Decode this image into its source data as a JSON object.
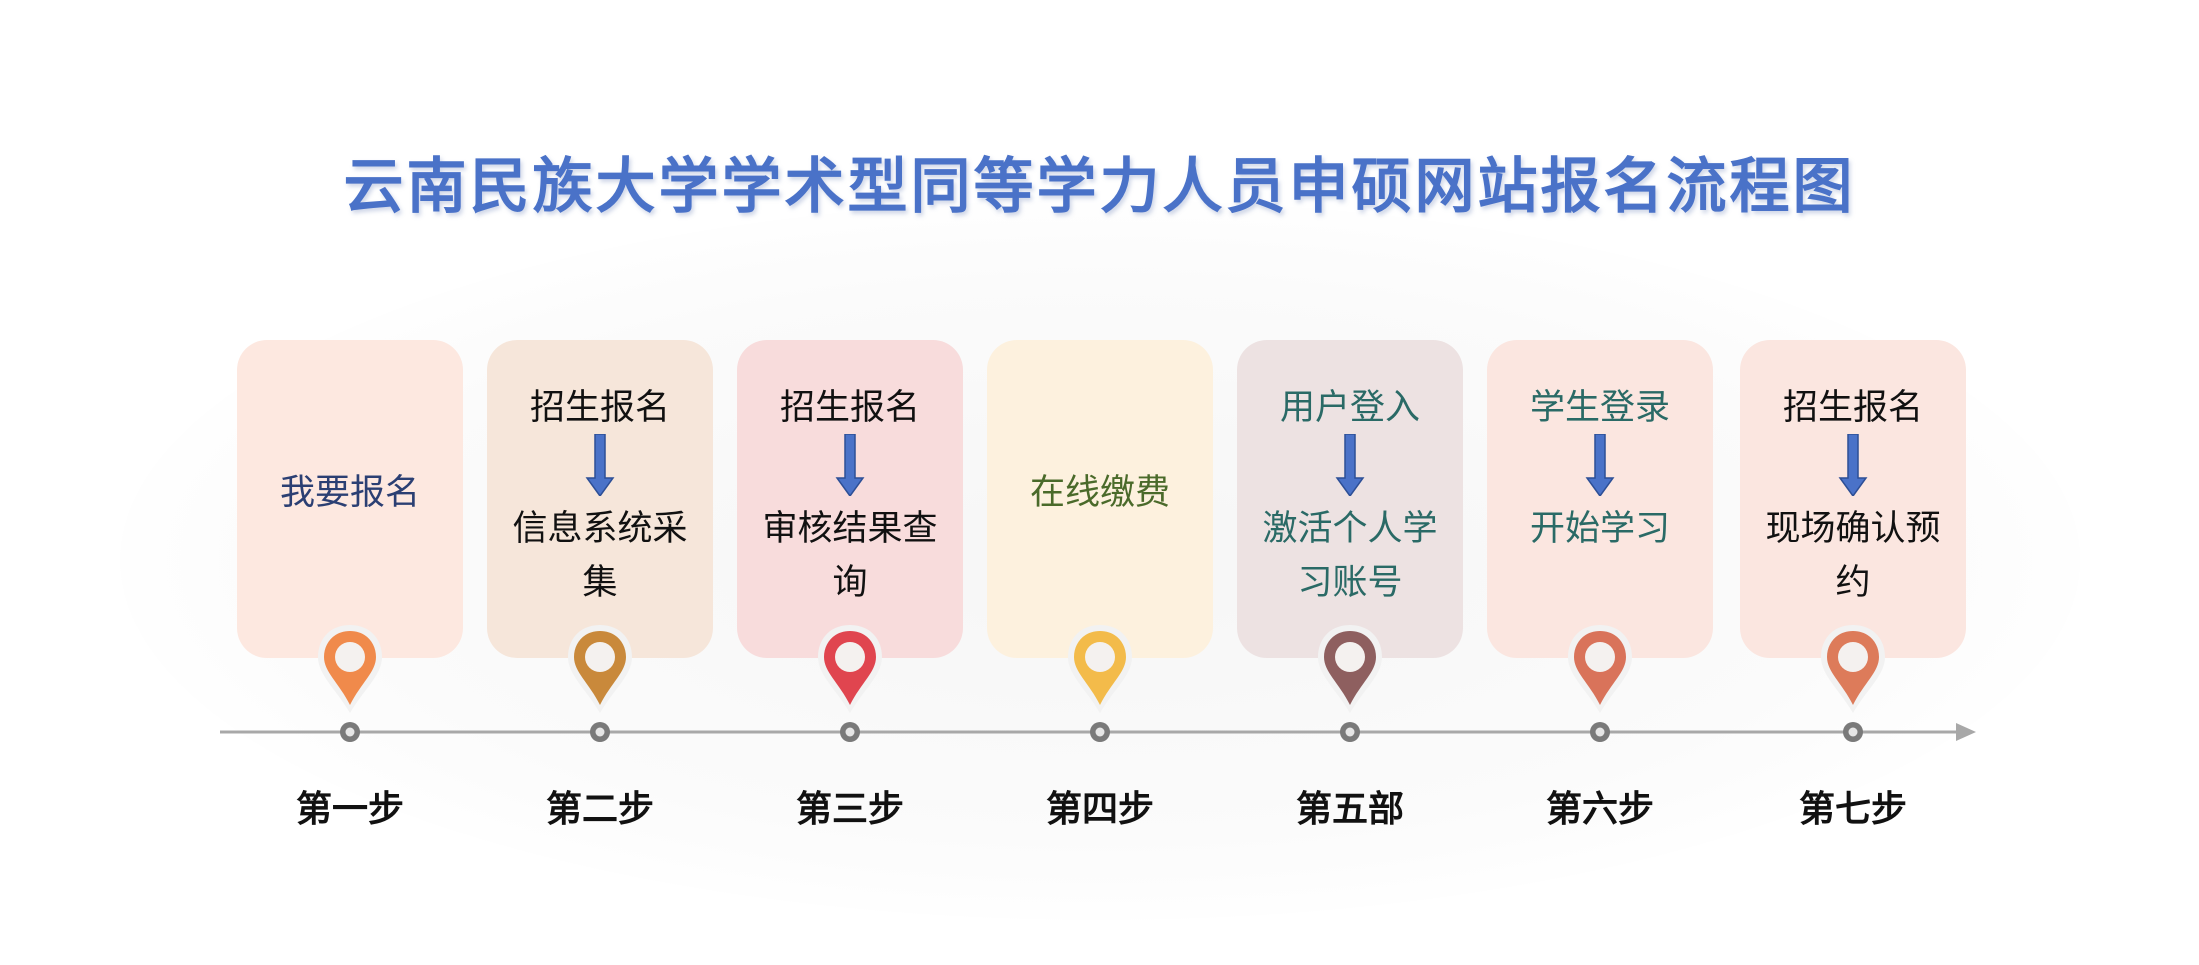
{
  "title": "云南民族大学学术型同等学力人员申硕网站报名流程图",
  "steps": [
    {
      "label": "第一步",
      "texts": [
        "我要报名"
      ],
      "card_color": "#fde8e0",
      "text_color": "#2b3f73",
      "pin_color": "#f08a4b"
    },
    {
      "label": "第二步",
      "texts": [
        "招生报名",
        "信息系统采集"
      ],
      "card_color": "#f6e6da",
      "text_color": "#111111",
      "pin_color": "#c9893b"
    },
    {
      "label": "第三步",
      "texts": [
        "招生报名",
        "审核结果查询"
      ],
      "card_color": "#f8dcdc",
      "text_color": "#111111",
      "pin_color": "#e0454f"
    },
    {
      "label": "第四步",
      "texts": [
        "在线缴费"
      ],
      "card_color": "#fdf1de",
      "text_color": "#4a6a2a",
      "pin_color": "#f3bb4a"
    },
    {
      "label": "第五部",
      "texts": [
        "用户登入",
        "激活个人学习账号"
      ],
      "card_color": "#ede2e2",
      "text_color": "#2a6a66",
      "pin_color": "#8e5f5f"
    },
    {
      "label": "第六步",
      "texts": [
        "学生登录",
        "开始学习"
      ],
      "card_color": "#fbe6e0",
      "text_color": "#2a6a66",
      "pin_color": "#d9735a"
    },
    {
      "label": "第七步",
      "texts": [
        "招生报名",
        "现场确认预约"
      ],
      "card_color": "#fbe6e0",
      "text_color": "#111111",
      "pin_color": "#dd7b5a"
    }
  ],
  "colors": {
    "title": "#4a72c8",
    "timeline": "#a8a8a8",
    "arrow": "#4a72c8"
  }
}
